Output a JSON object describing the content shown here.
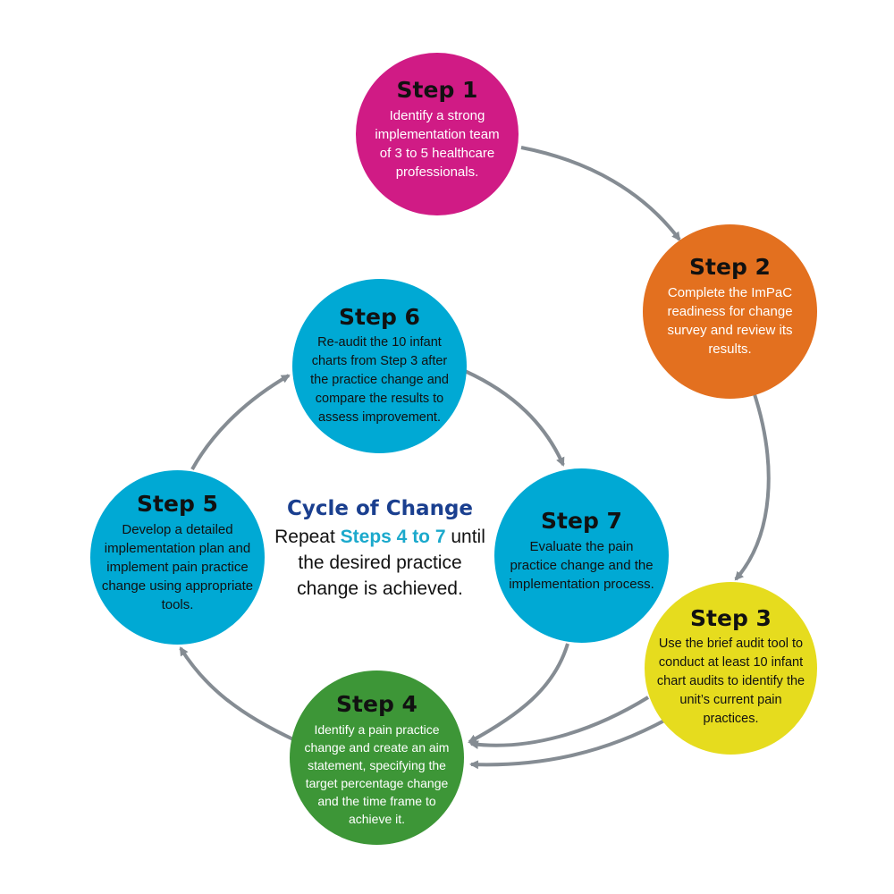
{
  "steps": [
    {
      "title": "Step 1",
      "text": "Identify a strong implementation team of 3 to 5 healthcare professionals.",
      "color": "#d01b85"
    },
    {
      "title": "Step 2",
      "text": "Complete the ImPaC readiness for change survey and review its results.",
      "color": "#e3701f"
    },
    {
      "title": "Step 3",
      "text": "Use the brief audit tool to conduct at least 10 infant chart audits to identify the unit’s current pain practices.",
      "color": "#e6dc1e"
    },
    {
      "title": "Step 4",
      "text": "Identify a pain practice change and create an aim statement, specifying the target percentage change and the time frame to achieve it.",
      "color": "#3d9637"
    },
    {
      "title": "Step 5",
      "text": "Develop a detailed implementation plan and implement pain practice change using appropriate tools.",
      "color": "#00a9d4"
    },
    {
      "title": "Step 6",
      "text": "Re-audit the 10 infant charts from Step 3 after the practice change and compare the results to assess improvement.",
      "color": "#00a9d4"
    },
    {
      "title": "Step 7",
      "text": "Evaluate the pain practice change and the implementation process.",
      "color": "#00a9d4"
    }
  ],
  "center": {
    "title": "Cycle of Change",
    "prefix": "Repeat ",
    "highlight": "Steps 4 to 7",
    "suffix": " until the desired practice change is achieved."
  },
  "colors": {
    "arrow": "#858c93",
    "center_title": "#1a3f8f",
    "highlight": "#1ba9cc"
  }
}
